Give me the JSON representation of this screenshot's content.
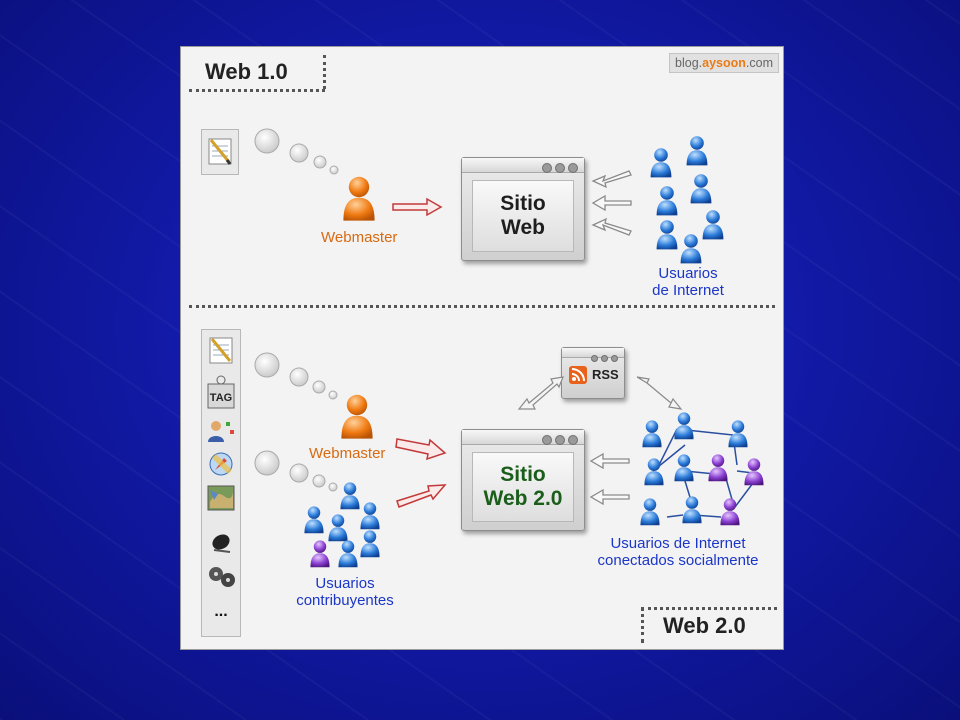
{
  "header": {
    "web1_title": "Web 1.0",
    "web2_title": "Web 2.0",
    "blog_prefix": "blog.",
    "blog_brand": "aysoon",
    "blog_suffix": ".com"
  },
  "web1": {
    "webmaster_label": "Webmaster",
    "site_line1": "Sitio",
    "site_line2": "Web",
    "users_line1": "Usuarios",
    "users_line2": "de Internet"
  },
  "web2": {
    "webmaster_label": "Webmaster",
    "site_line1": "Sitio",
    "site_line2": "Web 2.0",
    "rss_label": "RSS",
    "tag_label": "TAG",
    "more_label": "...",
    "contrib_line1": "Usuarios",
    "contrib_line2": "contribuyentes",
    "social_line1": "Usuarios de Internet",
    "social_line2": "conectados socialmente"
  },
  "icons": {
    "web1_tools": [
      "notepad-pencil-icon"
    ],
    "web2_tools": [
      "notepad-pencil-icon",
      "tag-icon",
      "social-profile-icon",
      "compass-icon",
      "map-icon",
      "mouse-icon",
      "film-reel-icon"
    ]
  },
  "colors": {
    "background": "#121aa8",
    "orange_person": "#f07a12",
    "blue_person": "#2a7ad8",
    "purple_person": "#8a3fd0",
    "label_blue": "#1b36c8",
    "label_orange": "#d76a12",
    "site2_text": "#1b5e1b",
    "arrow_red": "#c23a3a"
  }
}
